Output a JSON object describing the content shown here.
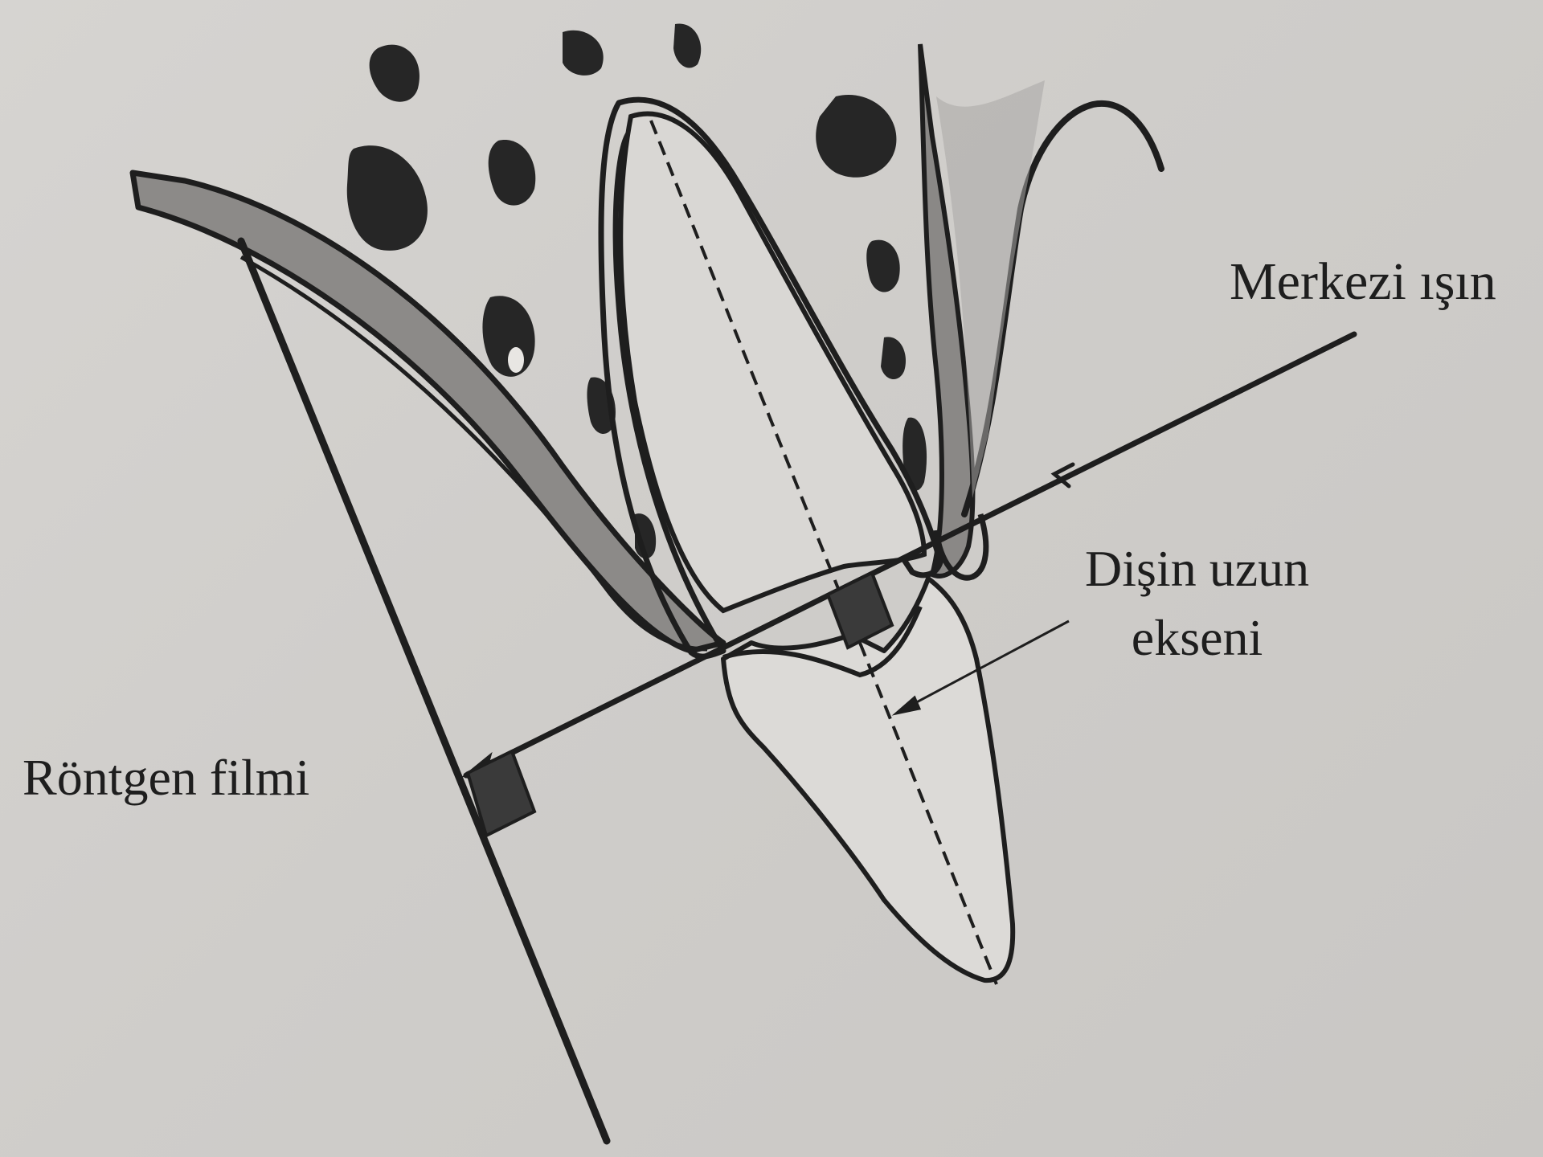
{
  "labels": {
    "central_ray": "Merkezi ışın",
    "tooth_long_axis_line1": "Dişin uzun",
    "tooth_long_axis_line2": "ekseni",
    "xray_film": "Röntgen filmi"
  },
  "colors": {
    "paper": "#d2d0cd",
    "ink": "#1e1e1e",
    "bone_marrow": "#2a2a2a",
    "cortex": "#8a8886"
  }
}
